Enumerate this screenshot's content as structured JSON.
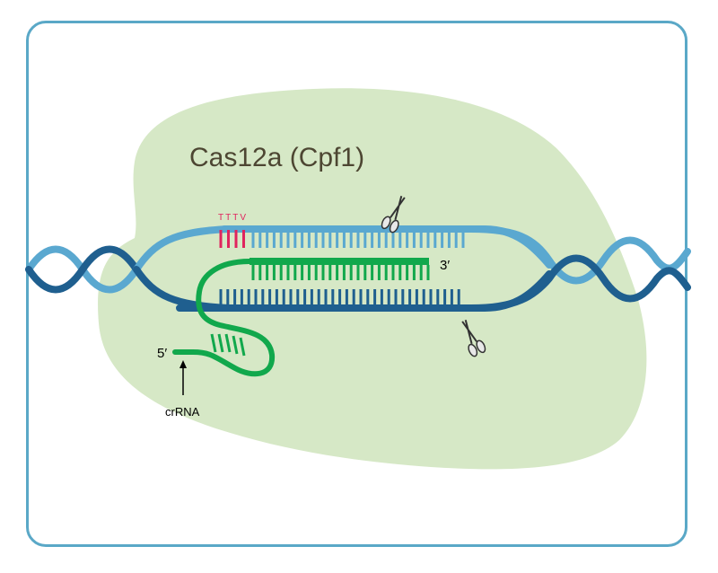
{
  "title": "Cas12a (Cpf1)",
  "pam": "TTTV",
  "label_5prime": "5′",
  "label_3prime": "3′",
  "crrna_label": "crRNA",
  "colors": {
    "frame": "#5aa8c7",
    "protein": "#d6e8c6",
    "dna_light": "#5aa8d0",
    "dna_dark": "#1f5f8f",
    "rna": "#11a84c",
    "pam": "#e0245e",
    "title": "#4d4632"
  },
  "icons": [
    "scissors-icon",
    "scissors-icon"
  ]
}
